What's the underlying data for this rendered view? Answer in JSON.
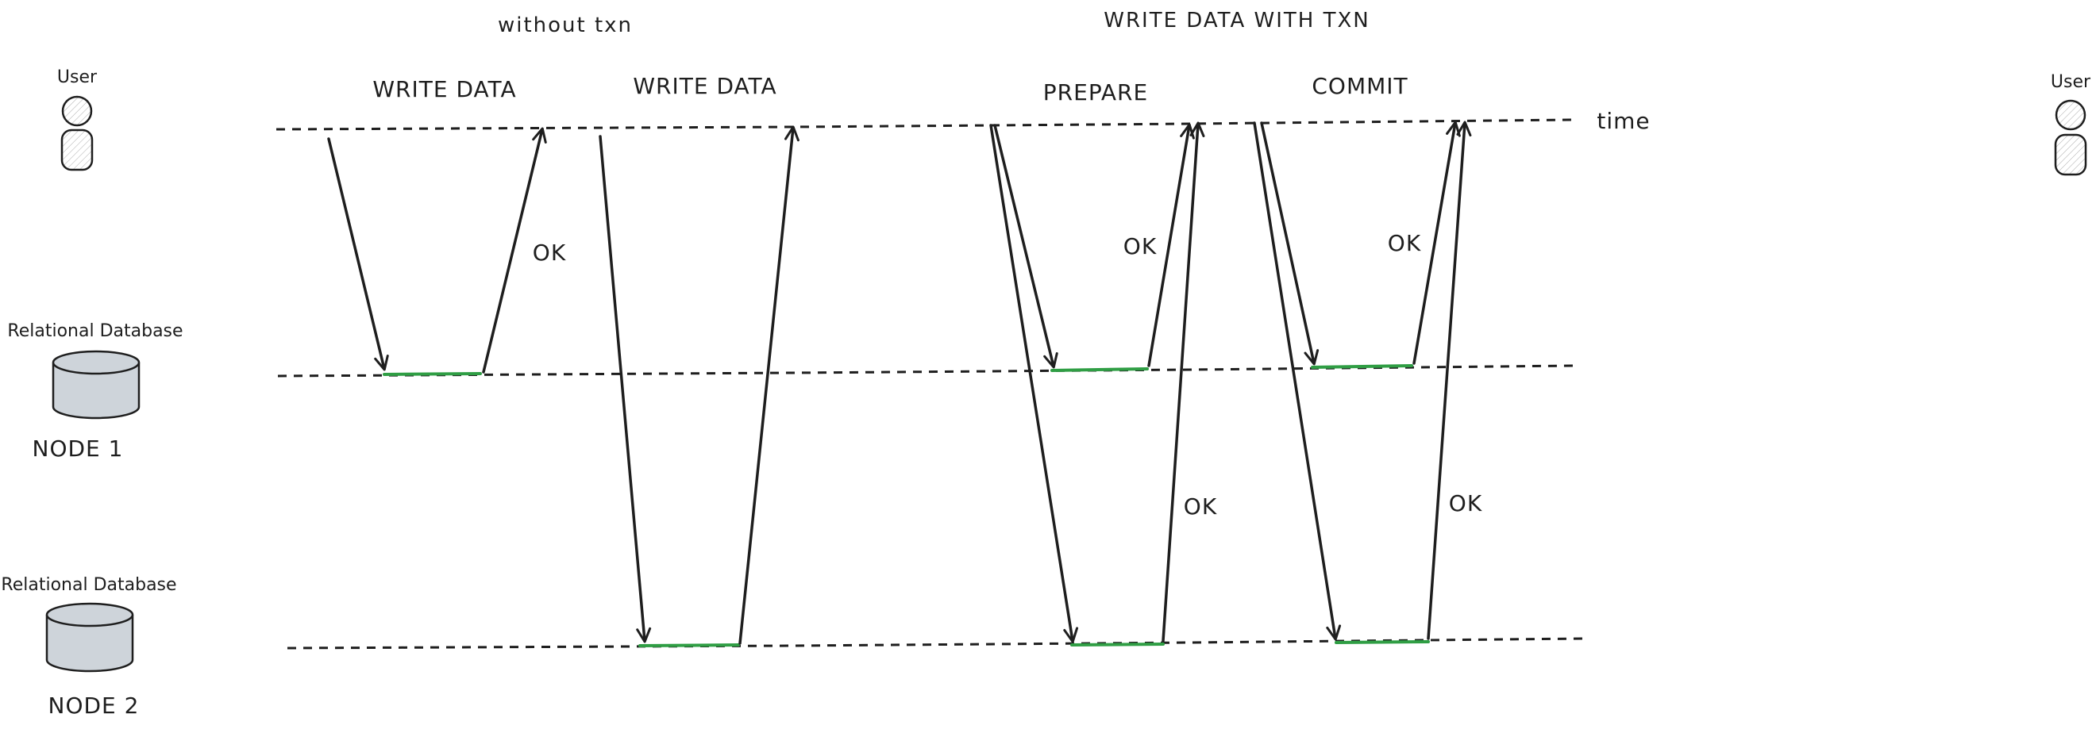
{
  "titles": {
    "without_txn": "without txn",
    "with_txn": "WRITE DATA WITH TXN"
  },
  "phases": {
    "write1": "WRITE DATA",
    "write2": "WRITE DATA",
    "prepare": "PREPARE",
    "commit": "COMMIT"
  },
  "actors": {
    "user_left": "User",
    "user_right": "User",
    "db1_caption": "Relational Database",
    "db1_name": "NODE 1",
    "db2_caption": "Relational Database",
    "db2_name": "NODE 2"
  },
  "timeline": {
    "label": "time"
  },
  "acks": {
    "ok1": "OK",
    "ok_prepare_n1": "OK",
    "ok_prepare_n2": "OK",
    "ok_commit_n1": "OK",
    "ok_commit_n2": "OK"
  },
  "colors": {
    "ink": "#1e1e1e",
    "success": "#2f9e44",
    "db_fill": "#ced4da"
  }
}
